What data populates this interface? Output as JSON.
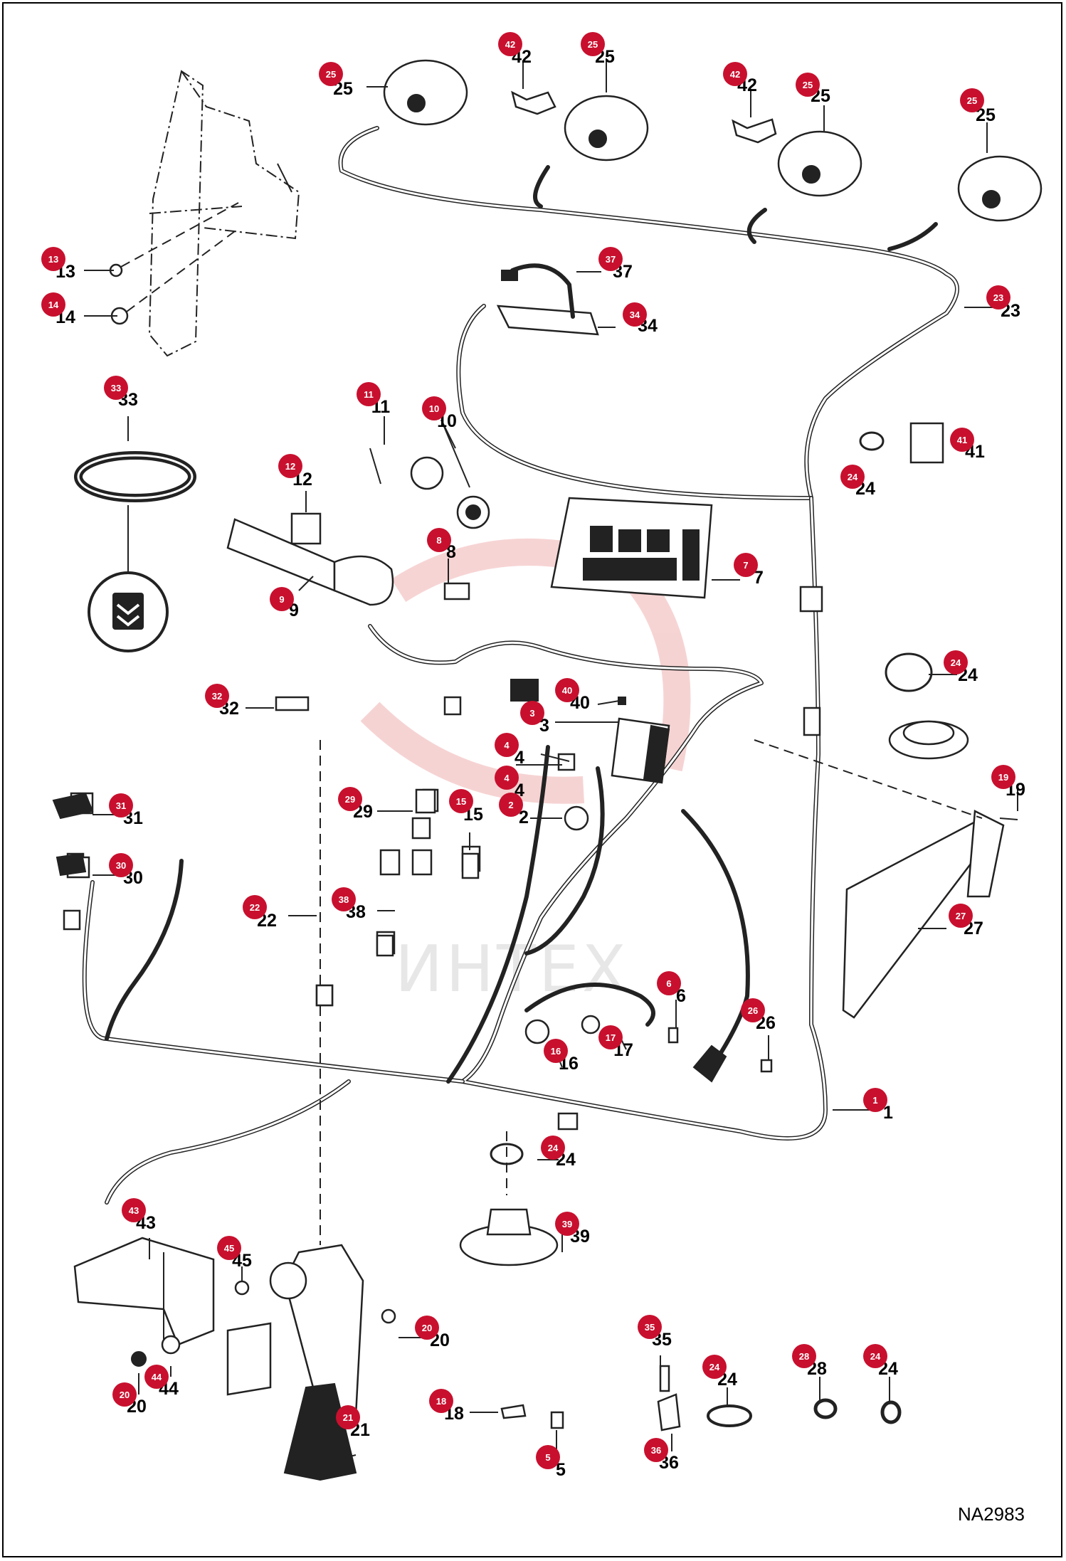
{
  "drawing_code": "NA2983",
  "watermark": "ИНТЕХ",
  "colors": {
    "badge": "#C8102E",
    "line": "#222222"
  },
  "callouts": [
    {
      "badge": "25",
      "label": "25"
    },
    {
      "badge": "42",
      "label": "42"
    },
    {
      "badge": "25",
      "label": "25"
    },
    {
      "badge": "42",
      "label": "42"
    },
    {
      "badge": "25",
      "label": "25"
    },
    {
      "badge": "25",
      "label": "25"
    },
    {
      "badge": "13",
      "label": "13"
    },
    {
      "badge": "14",
      "label": "14"
    },
    {
      "badge": "37",
      "label": "37"
    },
    {
      "badge": "34",
      "label": "34"
    },
    {
      "badge": "23",
      "label": "23"
    },
    {
      "badge": "33",
      "label": "33"
    },
    {
      "badge": "11",
      "label": "11"
    },
    {
      "badge": "10",
      "label": "10"
    },
    {
      "badge": "41",
      "label": "41"
    },
    {
      "badge": "24",
      "label": "24"
    },
    {
      "badge": "12",
      "label": "12"
    },
    {
      "badge": "8",
      "label": "8"
    },
    {
      "badge": "7",
      "label": "7"
    },
    {
      "badge": "9",
      "label": "9"
    },
    {
      "badge": "24",
      "label": "24"
    },
    {
      "badge": "32",
      "label": "32"
    },
    {
      "badge": "40",
      "label": "40"
    },
    {
      "badge": "3",
      "label": "3"
    },
    {
      "badge": "4",
      "label": "4"
    },
    {
      "badge": "4",
      "label": "4"
    },
    {
      "badge": "19",
      "label": "19"
    },
    {
      "badge": "31",
      "label": "31"
    },
    {
      "badge": "29",
      "label": "29"
    },
    {
      "badge": "15",
      "label": "15"
    },
    {
      "badge": "2",
      "label": "2"
    },
    {
      "badge": "30",
      "label": "30"
    },
    {
      "badge": "22",
      "label": "22"
    },
    {
      "badge": "38",
      "label": "38"
    },
    {
      "badge": "27",
      "label": "27"
    },
    {
      "badge": "6",
      "label": "6"
    },
    {
      "badge": "26",
      "label": "26"
    },
    {
      "badge": "17",
      "label": "17"
    },
    {
      "badge": "16",
      "label": "16"
    },
    {
      "badge": "1",
      "label": "1"
    },
    {
      "badge": "24",
      "label": "24"
    },
    {
      "badge": "43",
      "label": "43"
    },
    {
      "badge": "39",
      "label": "39"
    },
    {
      "badge": "45",
      "label": "45"
    },
    {
      "badge": "20",
      "label": "20"
    },
    {
      "badge": "35",
      "label": "35"
    },
    {
      "badge": "24",
      "label": "24"
    },
    {
      "badge": "28",
      "label": "28"
    },
    {
      "badge": "24",
      "label": "24"
    },
    {
      "badge": "44",
      "label": "44"
    },
    {
      "badge": "20",
      "label": "20"
    },
    {
      "badge": "18",
      "label": "18"
    },
    {
      "badge": "21",
      "label": "21"
    },
    {
      "badge": "36",
      "label": "36"
    },
    {
      "badge": "5",
      "label": "5"
    }
  ]
}
